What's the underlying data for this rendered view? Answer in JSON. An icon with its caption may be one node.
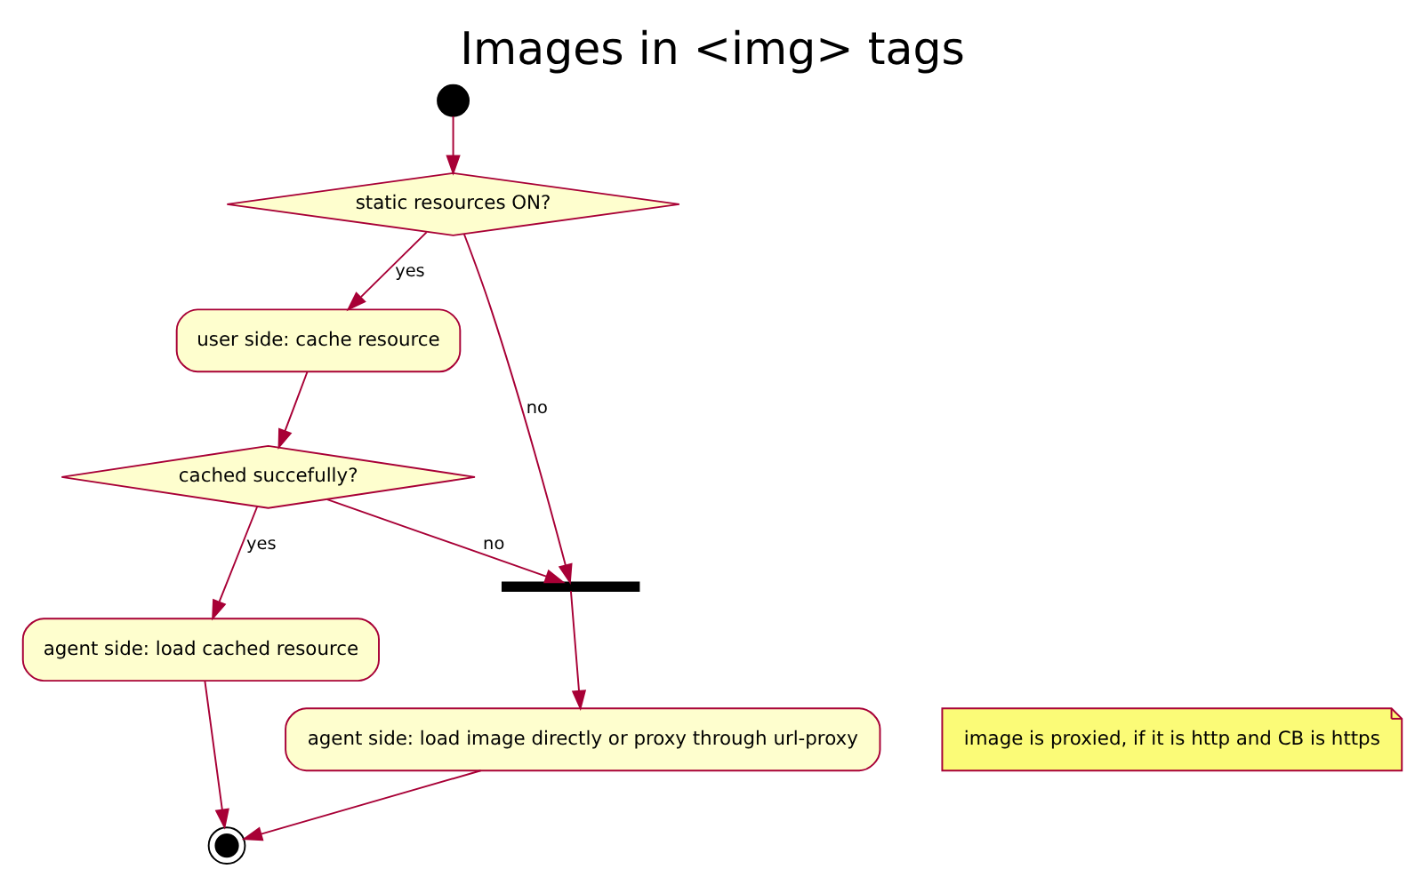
{
  "diagram": {
    "title": "Images in <img> tags",
    "nodes": [
      {
        "text": [],
        "shape": "circle"
      },
      {
        "text": [
          "static resources ON?"
        ]
      },
      {
        "text": [
          "user side: cache resource"
        ]
      },
      {
        "text": [
          "cached succefully?"
        ]
      },
      {
        "text": [],
        "shape": "bar"
      },
      {
        "text": [
          "agent side: load cached resource"
        ]
      },
      {
        "text": [
          "agent side: load image directly or proxy through url-proxy"
        ]
      },
      {
        "text": [],
        "shape": "circle"
      },
      {
        "text": [
          "image is proxied, if it is http and CB is https"
        ]
      }
    ],
    "edges": [
      {
        "from": 0,
        "to": 1,
        "arrow": "to"
      },
      {
        "from": 1,
        "to": 2,
        "arrow": "to",
        "label": "yes"
      },
      {
        "from": 1,
        "to": 4,
        "arrow": "to",
        "label": "no"
      },
      {
        "from": 2,
        "to": 3,
        "arrow": "to"
      },
      {
        "from": 3,
        "to": 5,
        "arrow": "to",
        "label": "yes"
      },
      {
        "from": 3,
        "to": 4,
        "arrow": "to",
        "label": "no"
      },
      {
        "from": 4,
        "to": 6,
        "arrow": "to"
      },
      {
        "from": 5,
        "to": 7,
        "arrow": "to"
      },
      {
        "from": 6,
        "to": 7,
        "arrow": "to"
      }
    ]
  }
}
